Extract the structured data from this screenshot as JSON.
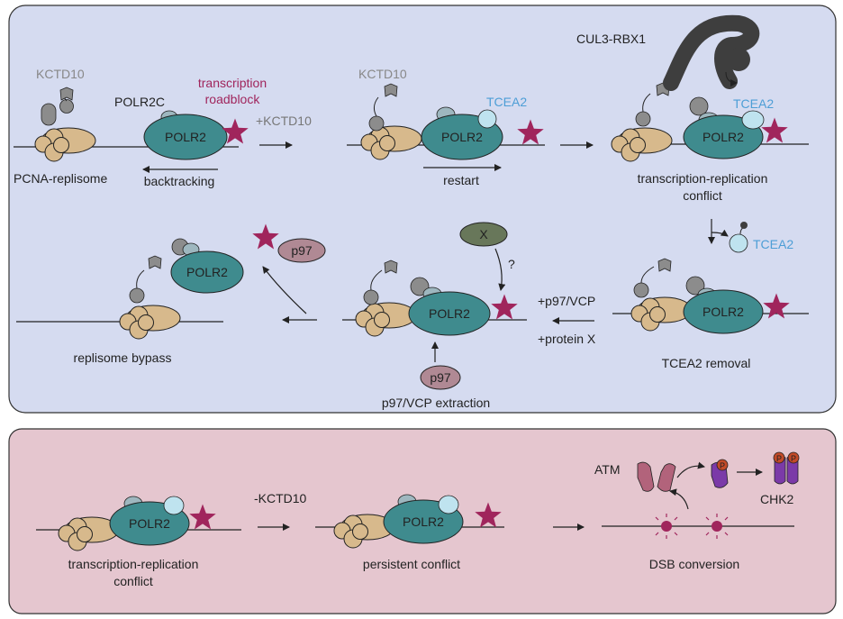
{
  "colors": {
    "top_panel_bg": "#d5dbf0",
    "bottom_panel_bg": "#e5c6cf",
    "polr2": "#3f8b8e",
    "polr2c": "#9eb7bf",
    "tcea2": "#bfe3ef",
    "pcna": "#d7b98c",
    "kctd10": "#8c8c8c",
    "star": "#a0255c",
    "p97": "#b08994",
    "protein_x": "#68775a",
    "cul3": "#3e3e3e",
    "atm": "#b2637b",
    "chk2": "#7b3aa8",
    "phospho": "#c24a28",
    "dsb": "#a0255c",
    "tcea2_text": "#4d9ed6",
    "roadblock_text": "#a0255c"
  },
  "labels": {
    "kctd10_1": "KCTD10",
    "polr2c": "POLR2C",
    "roadblock_line1": "transcription",
    "roadblock_line2": "roadblock",
    "polr2_1": "POLR2",
    "pcna_replisome": "PCNA-replisome",
    "backtracking": "backtracking",
    "plus_kctd10": "+KCTD10",
    "kctd10_2": "KCTD10",
    "tcea2_2": "TCEA2",
    "polr2_2": "POLR2",
    "restart": "restart",
    "cul3_rbx1": "CUL3-RBX1",
    "tcea2_3": "TCEA2",
    "polr2_3": "POLR2",
    "trc_line1": "transcription-replication",
    "trc_line2": "conflict",
    "tcea2_released": "TCEA2",
    "polr2_4": "POLR2",
    "tcea2_removal": "TCEA2 removal",
    "plus_p97": "+p97/VCP",
    "plus_protein_x": "+protein X",
    "x_label": "X",
    "question": "?",
    "polr2_5": "POLR2",
    "p97_1": "p97",
    "p97_extraction": "p97/VCP extraction",
    "polr2_6": "POLR2",
    "p97_2": "p97",
    "replisome_bypass": "replisome bypass",
    "polr2_7": "POLR2",
    "trc2_line1": "transcription-replication",
    "trc2_line2": "conflict",
    "minus_kctd10": "-KCTD10",
    "polr2_8": "POLR2",
    "persistent_conflict": "persistent conflict",
    "atm": "ATM",
    "phospho_1": "P",
    "phospho_2": "P",
    "phospho_3": "P",
    "chk2": "CHK2",
    "dsb_conversion": "DSB conversion"
  }
}
